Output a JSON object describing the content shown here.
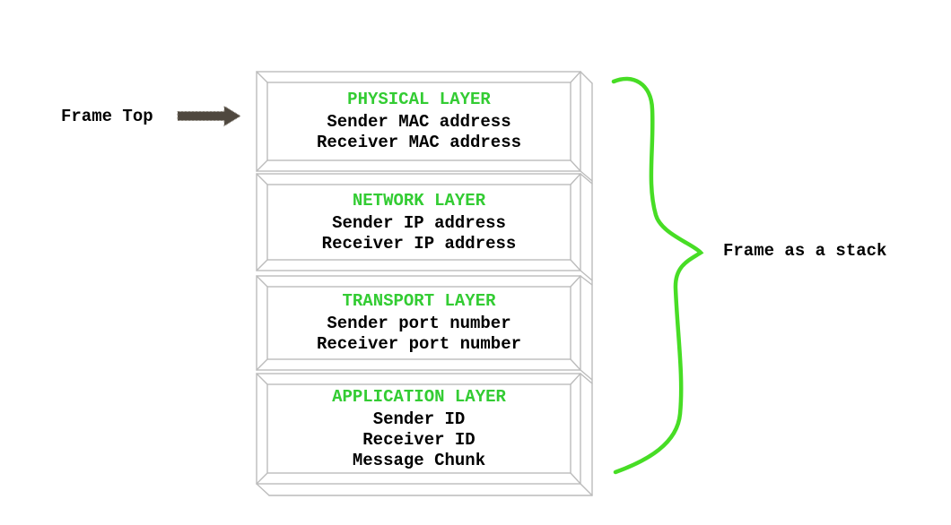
{
  "labels": {
    "frame_top": "Frame Top",
    "frame_as_stack": "Frame as a stack"
  },
  "layers": [
    {
      "title": "PHYSICAL LAYER",
      "lines": [
        "Sender MAC address",
        "Receiver MAC address"
      ]
    },
    {
      "title": "NETWORK LAYER",
      "lines": [
        "Sender IP address",
        "Receiver IP address"
      ]
    },
    {
      "title": "TRANSPORT LAYER",
      "lines": [
        "Sender port number",
        "Receiver port number"
      ]
    },
    {
      "title": "APPLICATION LAYER",
      "lines": [
        "Sender ID",
        "Receiver ID",
        "Message Chunk"
      ]
    }
  ],
  "colors": {
    "layer_title_green": "#33cc33",
    "brace_green": "#47dd25",
    "arrow_dark": "#4f483f",
    "frame_gray": "#bcbcbc",
    "text_black": "#000000"
  }
}
